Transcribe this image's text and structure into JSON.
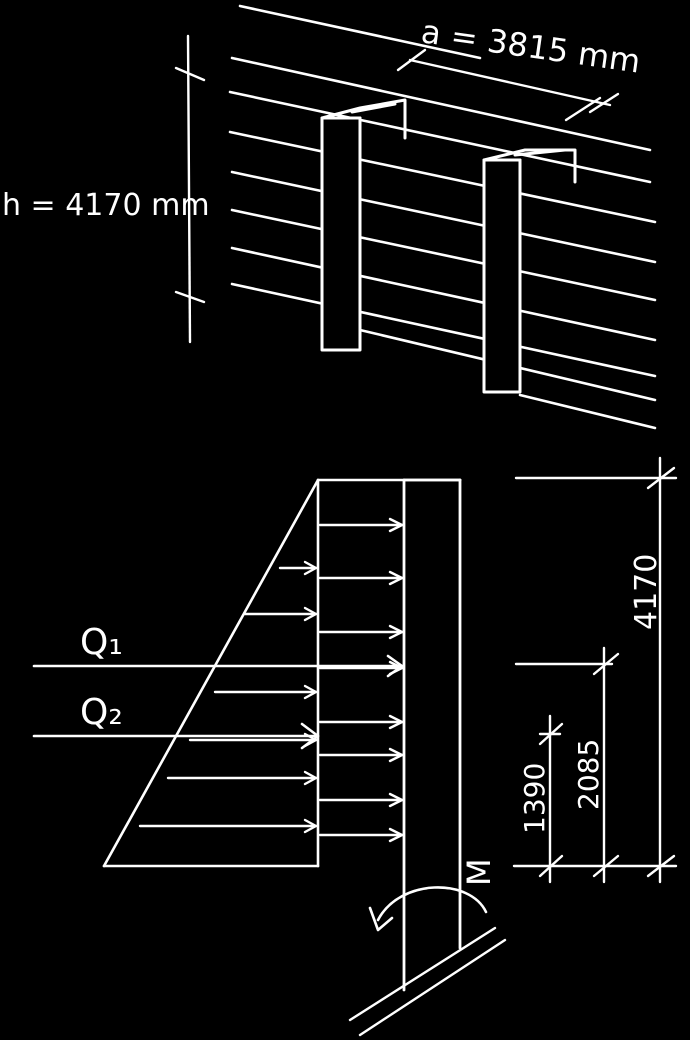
{
  "top_view": {
    "spacing_label": "a = 3815 mm",
    "height_label": "h = 4170 mm"
  },
  "load_diagram": {
    "q1_label": "Q₁",
    "q2_label": "Q₂",
    "moment_label": "M",
    "dim_total": "4170",
    "dim_q1": "2085",
    "dim_q2": "1390"
  },
  "colors": {
    "background": "#000000",
    "ink": "#ffffff"
  }
}
